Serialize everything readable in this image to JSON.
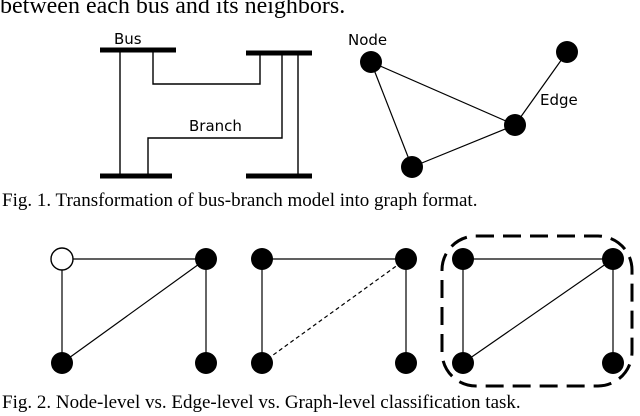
{
  "intro_text": "between each bus and its neighbors.",
  "figure1": {
    "bus_label": "Bus",
    "branch_label": "Branch",
    "node_label": "Node",
    "edge_label": "Edge",
    "caption": "Fig. 1. Transformation of bus-branch model into graph format."
  },
  "figure2": {
    "caption": "Fig. 2. Node-level vs. Edge-level vs. Graph-level classification task."
  },
  "colors": {
    "ink": "#000000",
    "background": "#ffffff"
  }
}
